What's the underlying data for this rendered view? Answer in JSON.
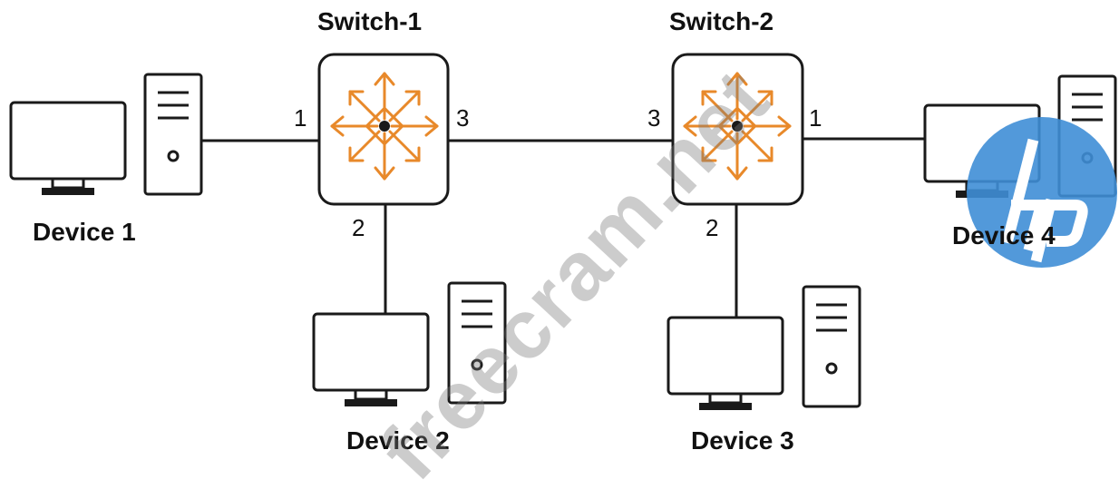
{
  "switches": {
    "switch1": {
      "label": "Switch-1"
    },
    "switch2": {
      "label": "Switch-2"
    }
  },
  "devices": {
    "device1": {
      "label": "Device 1"
    },
    "device2": {
      "label": "Device 2"
    },
    "device3": {
      "label": "Device 3"
    },
    "device4": {
      "label": "Device 4"
    }
  },
  "ports": {
    "sw1_p1": "1",
    "sw1_p2": "2",
    "sw1_p3": "3",
    "sw2_p3": "3",
    "sw2_p1": "1",
    "sw2_p2": "2"
  },
  "watermark": {
    "text": "freecram.net"
  },
  "colors": {
    "switch_arrows": "#e8892a",
    "lines": "#1a1a1a",
    "hp_logo": "#3f8ed6"
  },
  "icons": {
    "switch": "switch-arrows-icon",
    "monitor": "monitor-icon",
    "tower": "pc-tower-icon",
    "logo": "hp-logo"
  }
}
